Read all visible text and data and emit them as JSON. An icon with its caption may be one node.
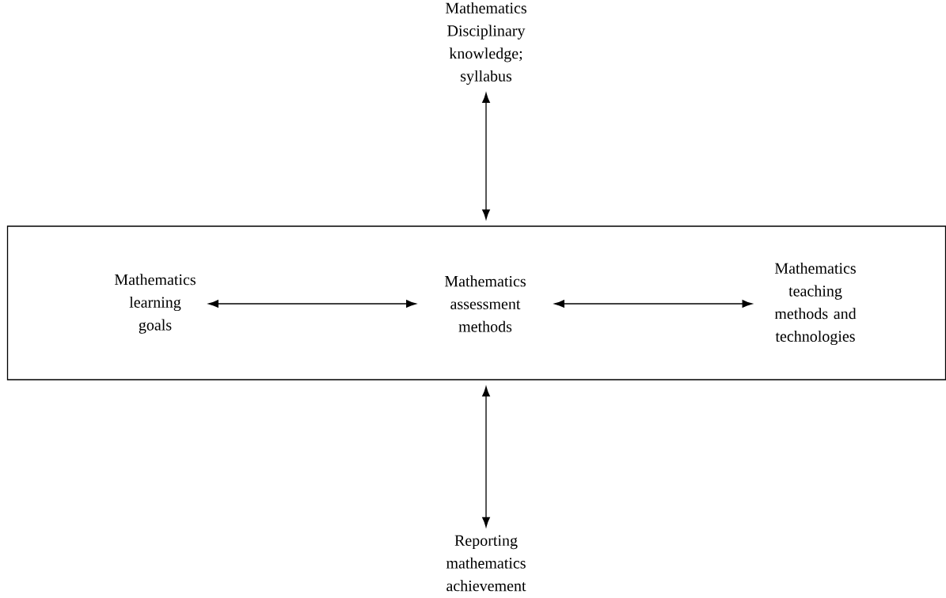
{
  "diagram": {
    "nodes": [
      {
        "text": [
          "Mathematics Disciplinary knowledge; syllabus"
        ]
      },
      {
        "text": [],
        "shape": "box"
      },
      {
        "text": [
          "Mathematics learning goals"
        ],
        "in": 1
      },
      {
        "text": [
          "Mathematics assessment methods"
        ],
        "in": 1
      },
      {
        "text": [
          "Mathematics teaching methods and technologies"
        ],
        "in": 1
      },
      {
        "text": [
          "Reporting mathematics achievement"
        ]
      }
    ],
    "edges": [
      {
        "from": 0,
        "to": 1,
        "arrow": "both"
      },
      {
        "from": 2,
        "to": 3,
        "arrow": "both"
      },
      {
        "from": 3,
        "to": 4,
        "arrow": "both"
      },
      {
        "from": 1,
        "to": 5,
        "arrow": "both"
      }
    ]
  }
}
